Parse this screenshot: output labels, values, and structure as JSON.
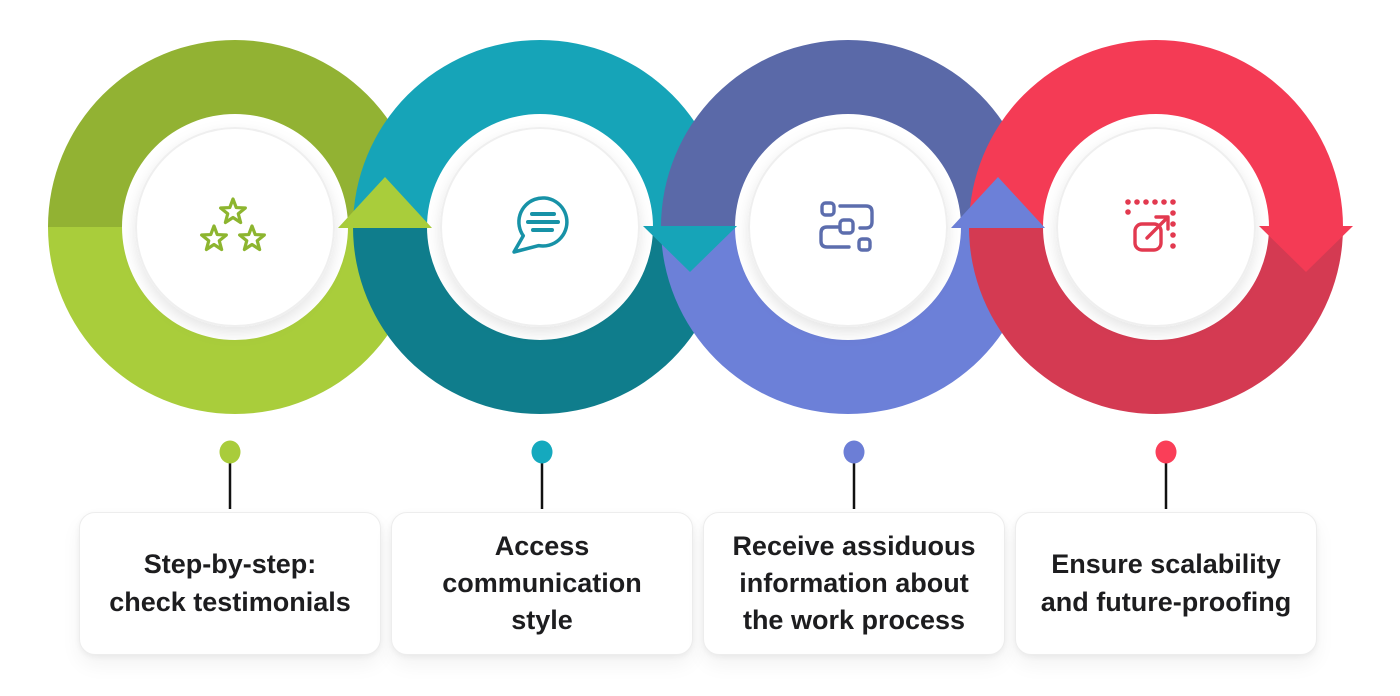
{
  "background": "#ffffff",
  "text_color": "#1d1d1f",
  "connector_color": "#111111",
  "steps": [
    {
      "label": "Step-by-step: check testimonials",
      "icon": "three-stars-icon",
      "arrow_direction": "up",
      "colors": {
        "ring_top": "#92B233",
        "ring_bottom": "#A9CD3B",
        "arrow": "#A9CD3B",
        "dot": "#A9CC3B",
        "icon": "#8DB52F"
      }
    },
    {
      "label": "Access communication style",
      "icon": "chat-bubble-icon",
      "arrow_direction": "down",
      "colors": {
        "ring_top": "#16A4B8",
        "ring_bottom": "#0F7D8C",
        "arrow": "#16A4B8",
        "dot": "#15A9BE",
        "icon": "#1792A7"
      }
    },
    {
      "label": "Receive assiduous information about the work process",
      "icon": "workflow-blocks-icon",
      "arrow_direction": "up",
      "colors": {
        "ring_top": "#5A69A8",
        "ring_bottom": "#6C80D8",
        "arrow": "#6C80D8",
        "dot": "#6C7ED6",
        "icon": "#5C6DAD"
      }
    },
    {
      "label": "Ensure scalability and future-proofing",
      "icon": "scale-up-icon",
      "arrow_direction": "down",
      "colors": {
        "ring_top": "#F43B55",
        "ring_bottom": "#D43A52",
        "arrow": "#F43B55",
        "dot": "#FA3E58",
        "icon": "#E2394F"
      }
    }
  ]
}
